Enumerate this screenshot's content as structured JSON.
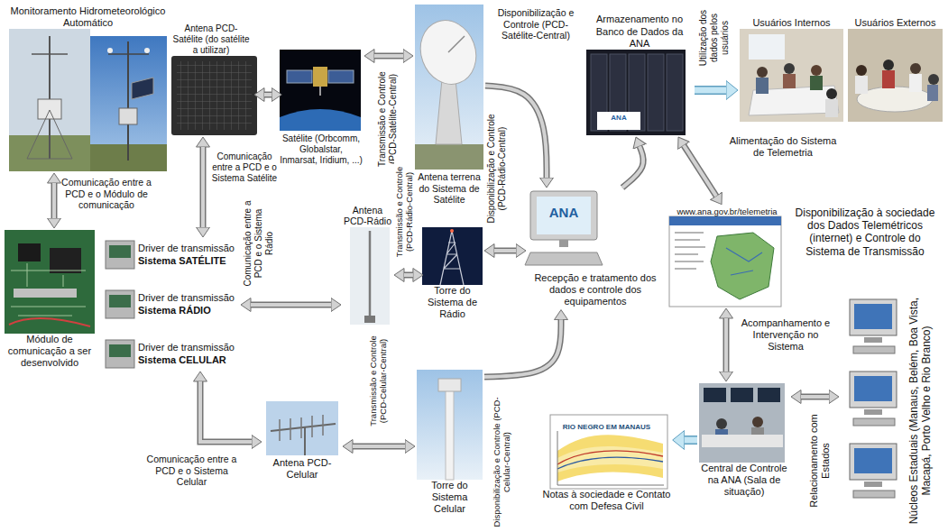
{
  "diagram": {
    "nodes": [
      {
        "text": [
          "Monitoramento Hidrometeorológico Automático"
        ]
      },
      {
        "text": [
          "Antena PCD-Satélite (do satélite a utilizar)"
        ]
      },
      {
        "text": [
          "Satélite (Orbcomm, Globalstar, Inmarsat, Iridium, ...)"
        ]
      },
      {
        "text": [
          "Antena terrena do Sistema de Satélite"
        ]
      },
      {
        "text": [
          "Armazenamento no Banco de Dados da ANA"
        ]
      },
      {
        "text": [
          "Usuários Internos"
        ]
      },
      {
        "text": [
          "Usuários Externos"
        ]
      },
      {
        "text": [
          "Módulo de comunicação a ser desenvolvido"
        ]
      },
      {
        "text": [
          "Driver de transmissão",
          "Sistema SATÉLITE"
        ]
      },
      {
        "text": [
          "Driver de transmissão",
          "Sistema RÁDIO"
        ]
      },
      {
        "text": [
          "Driver de transmissão",
          "Sistema CELULAR"
        ]
      },
      {
        "text": [
          "Antena PCD-Rádio"
        ]
      },
      {
        "text": [
          "Torre do Sistema de Rádio"
        ]
      },
      {
        "text": [
          "Recepção e tratamento dos dados e controle dos equipamentos"
        ]
      },
      {
        "text": [
          "www.ana.gov.br/telemetria",
          "Disponibilização à sociedade dos Dados Telemétricos (internet) e Controle do Sistema de Transmissão"
        ]
      },
      {
        "text": [
          "Antena PCD-Celular"
        ]
      },
      {
        "text": [
          "Torre do Sistema Celular"
        ]
      },
      {
        "text": [
          "RIO NEGRO EM MANAUS",
          "Notas à sociedade e Contato com Defesa Civil"
        ]
      },
      {
        "text": [
          "Central de Controle na ANA (Sala de situação)"
        ]
      },
      {
        "text": [
          "Núcleos Estaduais (Manaus, Belém, Boa Vista, Macapá, Porto Velho e Rio Branco)"
        ]
      }
    ],
    "edges": [
      {
        "from": 0,
        "to": 7,
        "arrow": "both",
        "label": "Comunicação entre a PCD e o Módulo de comunicação"
      },
      {
        "from": 1,
        "to": 2,
        "arrow": "both"
      },
      {
        "from": 2,
        "to": 3,
        "arrow": "both",
        "label": "Transmissão e Controle (PCD-Satélite-Central)"
      },
      {
        "from": 1,
        "to": 8,
        "arrow": "both",
        "label": "Comunicação entre a PCD e o Sistema Satélite"
      },
      {
        "from": 9,
        "to": 11,
        "arrow": "both",
        "label": "Comunicação entre a PCD e o Sistema Rádio"
      },
      {
        "from": 10,
        "to": 15,
        "arrow": "both",
        "label": "Comunicação entre a PCD e o Sistema Celular"
      },
      {
        "from": 11,
        "to": 12,
        "arrow": "both",
        "label": "Transmissão e Controle (PCD-Rádio-Central)"
      },
      {
        "from": 15,
        "to": 16,
        "arrow": "both",
        "label": "Transmissão e Controle (PCD-Celular-Central)"
      },
      {
        "from": 3,
        "to": 13,
        "arrow": "to",
        "label": "Disponibilização e Controle (PCD-Satélite-Central)"
      },
      {
        "from": 12,
        "to": 13,
        "arrow": "both",
        "label": "Disponibilização e Controle (PCD-Rádio-Central)"
      },
      {
        "from": 16,
        "to": 13,
        "arrow": "to",
        "label": "Disponibilização e Controle (PCD-Celular-Central)"
      },
      {
        "from": 13,
        "to": 4,
        "arrow": "to"
      },
      {
        "from": 4,
        "to": 5,
        "arrow": "to",
        "label": "Utilização dos dados pelos usuários"
      },
      {
        "from": 4,
        "to": 14,
        "arrow": "both",
        "label": "Alimentação do Sistema de Telemetria"
      },
      {
        "from": 14,
        "to": 18,
        "arrow": "both",
        "label": "Acompanhamento e Intervenção no Sistema"
      },
      {
        "from": 18,
        "to": 17,
        "arrow": "to"
      },
      {
        "from": 18,
        "to": 19,
        "arrow": "both",
        "label": "Relacionamento com Estados"
      }
    ],
    "labels": [
      "ANA",
      "ANA"
    ]
  }
}
